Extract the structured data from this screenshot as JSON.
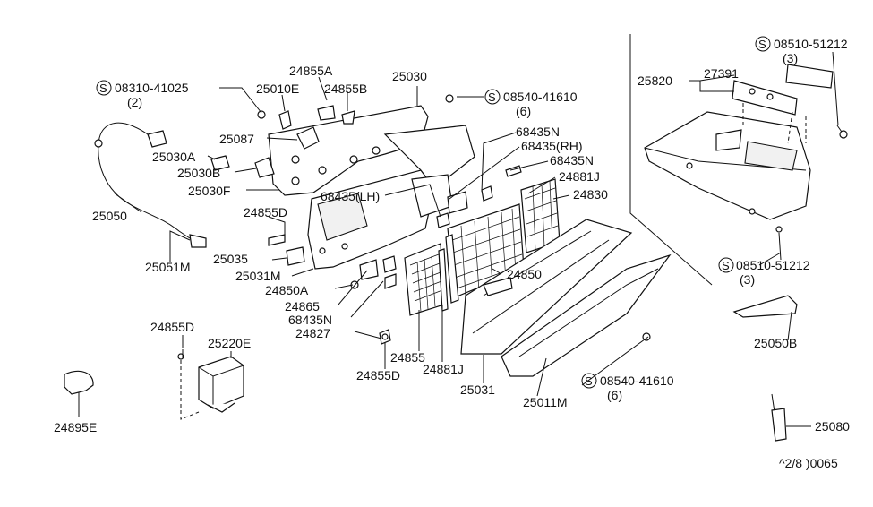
{
  "diagram": {
    "code": "^2/8 )0065",
    "parts": {
      "p25030": "25030",
      "p24855A": "24855A",
      "p25010E": "25010E",
      "p24855B": "24855B",
      "s08310": "08310-41025",
      "s08310_qty": "(2)",
      "p25087": "25087",
      "p25030A": "25030A",
      "p25030B": "25030B",
      "p25030F": "25030F",
      "p25050": "25050",
      "p25051M": "25051M",
      "p24855D_a": "24855D",
      "p25035": "25035",
      "p25031M": "25031M",
      "p24850A": "24850A",
      "p24865": "24865",
      "p68435N_a": "68435N",
      "p24827": "24827",
      "p68435LH": "68435(LH)",
      "s08540_a": "08540-41610",
      "s08540_a_qty": "(6)",
      "p68435N_b": "68435N",
      "p68435RH": "68435(RH)",
      "p68435N_c": "68435N",
      "p24881J_a": "24881J",
      "p24830": "24830",
      "p24850": "24850",
      "p24855": "24855",
      "p24881J_b": "24881J",
      "p24855D_b": "24855D",
      "p25031": "25031",
      "p25011M": "25011M",
      "s08540_b": "08540-41610",
      "s08540_b_qty": "(6)",
      "p24855D_c": "24855D",
      "p25220E": "25220E",
      "p24895E": "24895E",
      "s08510_a": "08510-51212",
      "s08510_a_qty": "(3)",
      "p25820": "25820",
      "p27391": "27391",
      "s08510_b": "08510-51212",
      "s08510_b_qty": "(3)",
      "p25050B": "25050B",
      "p25080": "25080"
    },
    "screw_symbol": "S"
  }
}
